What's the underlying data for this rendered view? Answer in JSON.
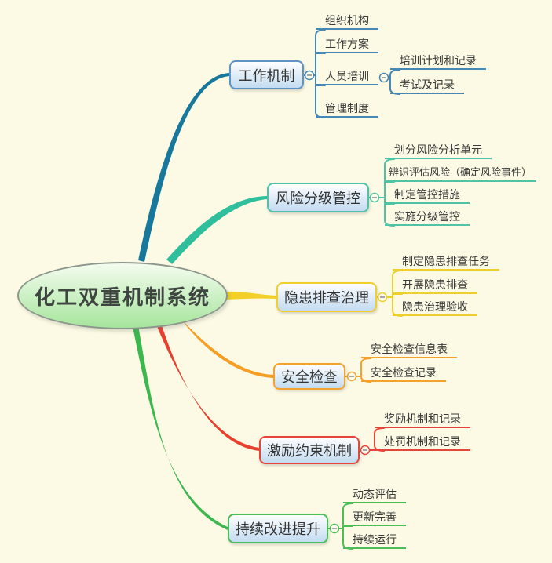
{
  "canvas": {
    "background": "#FCFAE4"
  },
  "root": {
    "label": "化工双重机制系统",
    "fill_top": "#F4FCEF",
    "fill_bottom": "#A6E59D",
    "border": "#8D968C"
  },
  "branches": [
    {
      "label": "工作机制",
      "curve_color": "#17789B",
      "border_color": "#5E93C5",
      "line_color": "#4587B5",
      "children": [
        {
          "label": "组织机构"
        },
        {
          "label": "工作方案"
        },
        {
          "label": "人员培训",
          "children": [
            {
              "label": "培训计划和记录"
            },
            {
              "label": "考试及记录"
            }
          ]
        },
        {
          "label": "管理制度"
        }
      ]
    },
    {
      "label": "风险分级管控",
      "curve_color": "#2FBF9C",
      "border_color": "#4EC3A5",
      "line_color": "#4EC3A5",
      "children": [
        {
          "label": "划分风险分析单元"
        },
        {
          "label": "辨识评估风险（确定风险事件）"
        },
        {
          "label": "制定管控措施"
        },
        {
          "label": "实施分级管控"
        }
      ]
    },
    {
      "label": "隐患排查治理",
      "curve_color": "#F2D028",
      "border_color": "#EFCF2B",
      "line_color": "#EFCF2B",
      "children": [
        {
          "label": "制定隐患排查任务"
        },
        {
          "label": "开展隐患排查"
        },
        {
          "label": "隐患治理验收"
        }
      ]
    },
    {
      "label": "安全检查",
      "curve_color": "#F59D25",
      "border_color": "#F5A12D",
      "line_color": "#F5A12D",
      "children": [
        {
          "label": "安全检查信息表"
        },
        {
          "label": "安全检查记录"
        }
      ]
    },
    {
      "label": "激励约束机制",
      "curve_color": "#E8402F",
      "border_color": "#E8453A",
      "line_color": "#E8453A",
      "children": [
        {
          "label": "奖励机制和记录"
        },
        {
          "label": "处罚机制和记录"
        }
      ]
    },
    {
      "label": "持续改进提升",
      "curve_color": "#3DB84F",
      "border_color": "#4CBE59",
      "line_color": "#4CBE59",
      "children": [
        {
          "label": "动态评估"
        },
        {
          "label": "更新完善"
        },
        {
          "label": "持续运行"
        }
      ]
    }
  ]
}
